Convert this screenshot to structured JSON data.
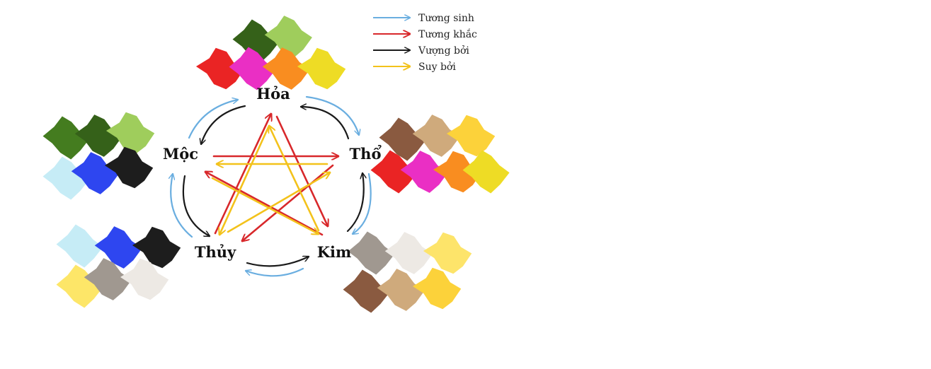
{
  "colors": {
    "sinh": "#6aaee0",
    "khac": "#d8282b",
    "vuong": "#1a1a1a",
    "suy": "#f3c21b"
  },
  "legend": [
    {
      "label": "Tương sinh",
      "color": "#6aaee0"
    },
    {
      "label": "Tương khắc",
      "color": "#d8282b"
    },
    {
      "label": "Vượng bởi",
      "color": "#1a1a1a"
    },
    {
      "label": "Suy bởi",
      "color": "#f3c21b"
    }
  ],
  "elements": {
    "hoa": {
      "label": "Hỏa",
      "swatches": [
        "#356119",
        "#9fcd5c",
        "#ea2424",
        "#ea2fc4",
        "#f98d20",
        "#eedc25"
      ]
    },
    "tho": {
      "label": "Thổ",
      "swatches": [
        "#8a5a40",
        "#cfaa7c",
        "#fcd23a",
        "#ea2424",
        "#ea2fc4",
        "#f98d20",
        "#eedc25"
      ]
    },
    "kim": {
      "label": "Kim",
      "swatches": [
        "#a09890",
        "#ede9e4",
        "#fde46a",
        "#8a5a40",
        "#cfaa7c",
        "#fcd23a"
      ]
    },
    "thuy": {
      "label": "Thủy",
      "swatches": [
        "#c6ecf6",
        "#2e46f0",
        "#1d1d1d",
        "#fde668",
        "#a09890",
        "#ede9e4"
      ]
    },
    "moc": {
      "label": "Mộc",
      "swatches": [
        "#447c1f",
        "#356119",
        "#9fcd5c",
        "#c6ecf6",
        "#2e46f0",
        "#1d1d1d"
      ]
    }
  }
}
